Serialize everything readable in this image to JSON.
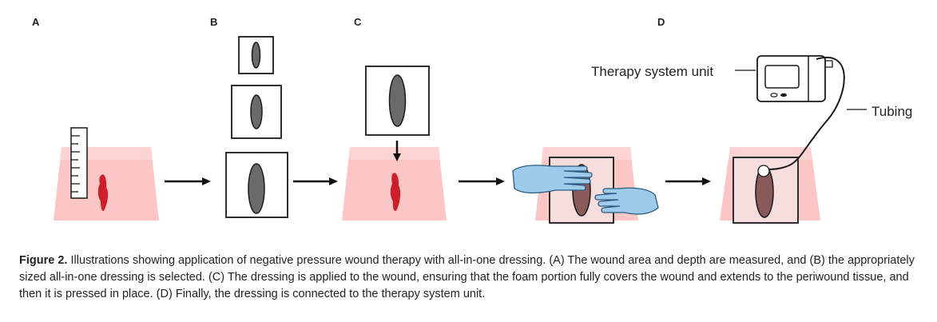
{
  "panels": {
    "a": "A",
    "b": "B",
    "c": "C",
    "d": "D"
  },
  "labels": {
    "therapy_unit": "Therapy system unit",
    "tubing": "Tubing"
  },
  "caption": {
    "lead": "Figure 2.",
    "body": " Illustrations showing application of negative pressure wound therapy with all-in-one dressing. (A) The wound area and depth are measured, and (B) the appropriately sized all-in-one dressing is selected. (C) The dressing is applied to the wound, ensuring that the foam portion fully covers the wound and extends to the periwound tissue, and then it is pressed in place. (D) Finally, the dressing is connected to the therapy system unit."
  },
  "colors": {
    "skin": "#fcc6c6",
    "skin_top": "#fdd5d5",
    "wound": "#cc1f2a",
    "foam": "#6a6a6a",
    "foam_applied": "#8a5a5a",
    "glove": "#9fcbea",
    "outline": "#1a1a1a"
  }
}
